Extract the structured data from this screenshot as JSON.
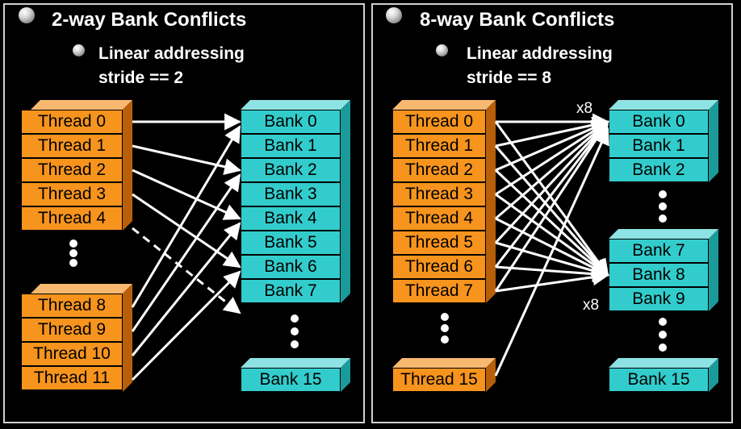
{
  "left": {
    "title": "2-way Bank Conflicts",
    "subtitle_line1": "Linear addressing",
    "subtitle_line2": "stride == 2",
    "threads_top": [
      "Thread 0",
      "Thread 1",
      "Thread 2",
      "Thread 3",
      "Thread 4"
    ],
    "threads_bottom": [
      "Thread 8",
      "Thread 9",
      "Thread 10",
      "Thread 11"
    ],
    "banks_top": [
      "Bank 0",
      "Bank 1",
      "Bank 2",
      "Bank 3",
      "Bank 4",
      "Bank 5",
      "Bank 6",
      "Bank 7"
    ],
    "bank_last": "Bank 15"
  },
  "right": {
    "title": "8-way Bank Conflicts",
    "subtitle_line1": "Linear addressing",
    "subtitle_line2": "stride == 8",
    "threads_top": [
      "Thread 0",
      "Thread 1",
      "Thread 2",
      "Thread 3",
      "Thread 4",
      "Thread 5",
      "Thread 6",
      "Thread 7"
    ],
    "thread_last": "Thread 15",
    "banks_a": [
      "Bank 0",
      "Bank 1",
      "Bank 2"
    ],
    "banks_b": [
      "Bank 7",
      "Bank 8",
      "Bank 9"
    ],
    "bank_last": "Bank 15",
    "label_top": "x8",
    "label_bottom": "x8"
  },
  "colors": {
    "thread": "#f7941d",
    "bank": "#33cccc",
    "background": "#000000",
    "arrow": "#ffffff"
  }
}
